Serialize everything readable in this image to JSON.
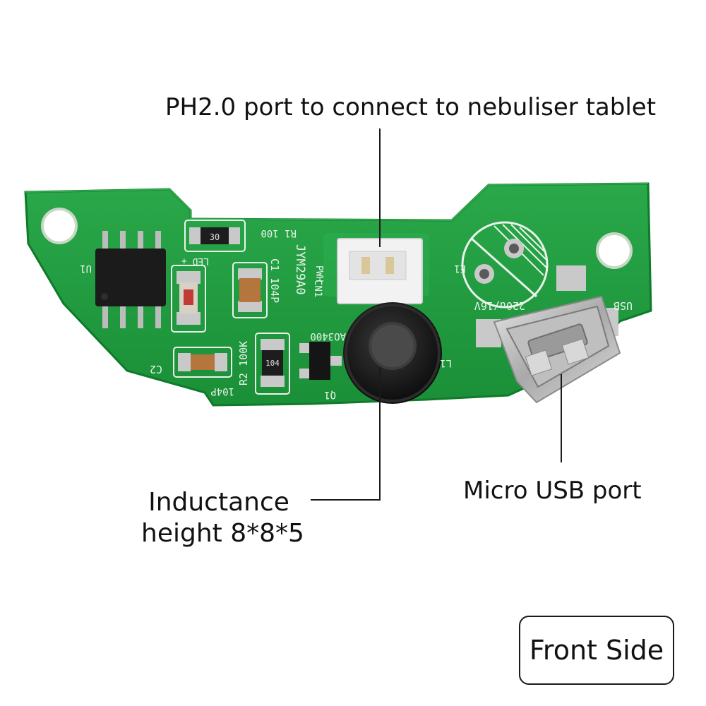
{
  "annotations": {
    "ph20_port": "PH2.0 port to connect to nebuliser tablet",
    "inductance_line1": "Inductance",
    "inductance_line2": "height 8*8*5",
    "micro_usb": "Micro USB port"
  },
  "side_badge": "Front Side",
  "board_silkscreen": {
    "r1": "R1 100",
    "led": "LED +",
    "u1": "U1",
    "c1": "C1 104P",
    "model": "JYM29A0",
    "cn1": "CN1",
    "pwh": "PWH",
    "r2": "R2 100K",
    "c2": "C2",
    "c2_val": "104P",
    "q1": "Q1",
    "mosfet": "AO3400",
    "l1": "L1",
    "e1": "E1",
    "cap_rating": "220u/16V",
    "usb": "USB",
    "res_30": "30",
    "res_104": "104"
  },
  "colors": {
    "pcb_green": "#1f9e3e",
    "pcb_edge": "#0f7a2a",
    "background": "#ffffff",
    "text": "#111111"
  }
}
